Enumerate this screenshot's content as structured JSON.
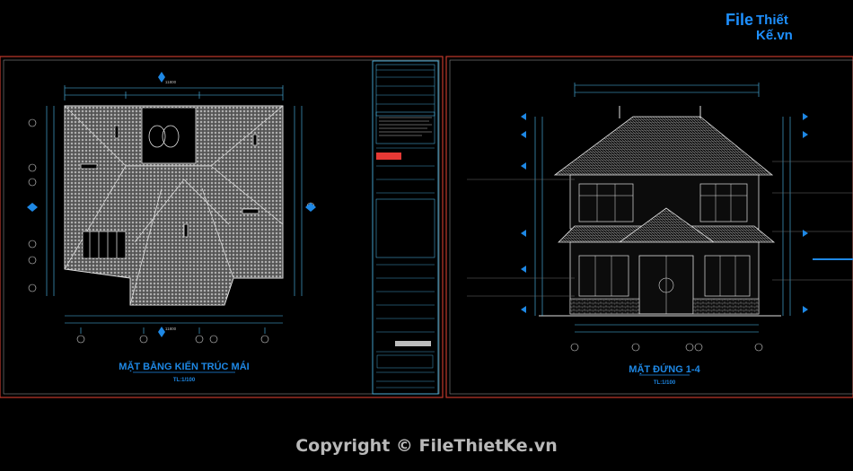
{
  "logo": {
    "prefix": "File",
    "rest": "Thiết Kế.vn"
  },
  "left_sheet": {
    "title": "MẶT BẰNG KIẾN TRÚC MÁI",
    "scale": "TL:1/100",
    "dimensions": {
      "top_total": "11800",
      "bottom_total": "11800"
    }
  },
  "right_sheet": {
    "title": "MẶT ĐỨNG 1-4",
    "scale": "TL:1/100"
  },
  "copyright": "Copyright © FileThietKe.vn",
  "colors": {
    "background": "#000000",
    "sheet_border": "#c0392b",
    "line_white": "#d8d8d8",
    "line_cyan": "#4fc3f7",
    "title_blue": "#1e88e5",
    "accent_red": "#e53935"
  }
}
